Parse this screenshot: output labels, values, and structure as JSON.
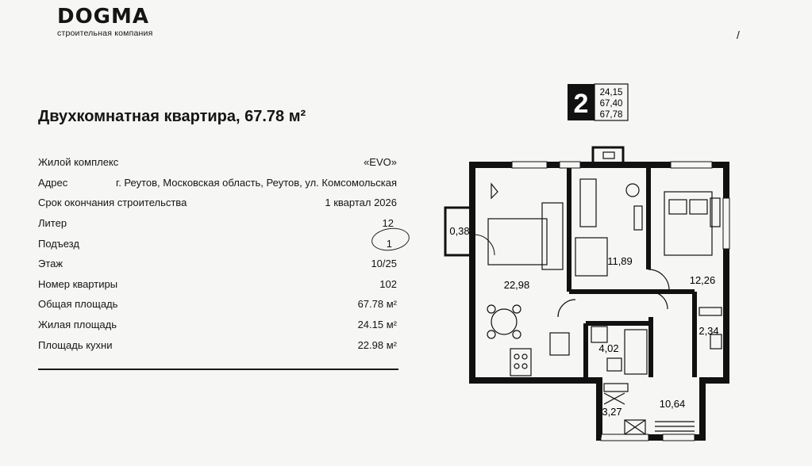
{
  "brand": {
    "name": "DOGMA",
    "tagline": "строительная компания"
  },
  "title": "Двухкомнатная квартира, 67.78 м²",
  "specs": [
    {
      "label": "Жилой комплекс",
      "value": "«EVO»"
    },
    {
      "label": "Адрес",
      "value": "г. Реутов, Московская область, Реутов, ул. Комсомольская"
    },
    {
      "label": "Срок окончания строительства",
      "value": "1 квартал 2026"
    },
    {
      "label": "Литер",
      "value": "12"
    },
    {
      "label": "Подъезд",
      "value": "1"
    },
    {
      "label": "Этаж",
      "value": "10/25"
    },
    {
      "label": "Номер квартиры",
      "value": "102"
    },
    {
      "label": "Общая площадь",
      "value": "67.78 м²"
    },
    {
      "label": "Жилая площадь",
      "value": "24.15 м²"
    },
    {
      "label": "Площадь кухни",
      "value": "22.98 м²"
    }
  ],
  "plan": {
    "rooms_count": "2",
    "summary": [
      "24,15",
      "67,40",
      "67,78"
    ],
    "room_areas": {
      "balcony": "0,38",
      "kitchen_living": "22,98",
      "room_center": "11,89",
      "bedroom": "12,26",
      "bath": "4,02",
      "wc": "2,34",
      "storage": "3,27",
      "hall": "10,64"
    }
  }
}
